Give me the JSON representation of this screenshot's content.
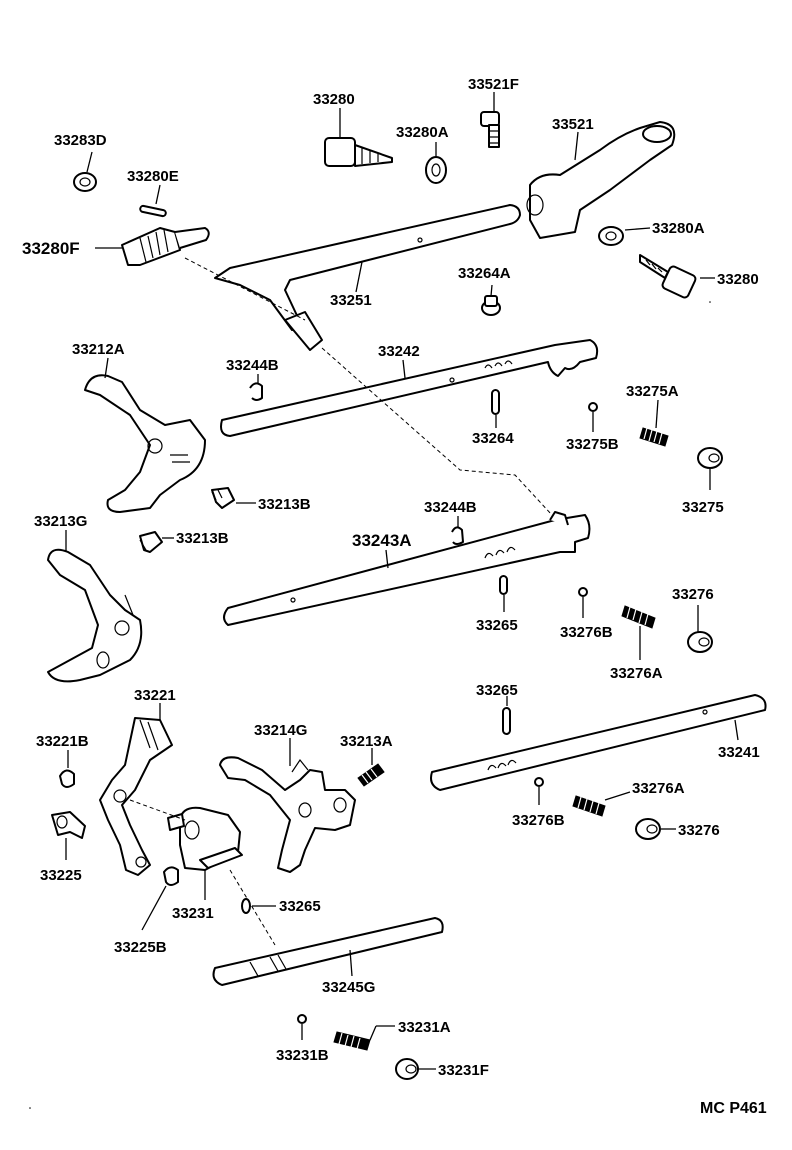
{
  "diagram_ref": "MC P461",
  "labels": {
    "p33283D": "33283D",
    "p33280": "33280",
    "p33280A": "33280A",
    "p33521F": "33521F",
    "p33521": "33521",
    "p33280E": "33280E",
    "p33280F": "33280F",
    "p33280A_2": "33280A",
    "p33264A": "33264A",
    "p33280_2": "33280",
    "p33251": "33251",
    "p33212A": "33212A",
    "p33244B": "33244B",
    "p33242": "33242",
    "p33275A": "33275A",
    "p33264": "33264",
    "p33275B": "33275B",
    "p33275": "33275",
    "p33213B": "33213B",
    "p33213G": "33213G",
    "p33213B_2": "33213B",
    "p33244B_2": "33244B",
    "p33243A": "33243A",
    "p33276": "33276",
    "p33265": "33265",
    "p33276B": "33276B",
    "p33276A": "33276A",
    "p33221": "33221",
    "p33265_2": "33265",
    "p33221B": "33221B",
    "p33214G": "33214G",
    "p33213A": "33213A",
    "p33241": "33241",
    "p33276A_2": "33276A",
    "p33276B_2": "33276B",
    "p33276_2": "33276",
    "p33225": "33225",
    "p33231": "33231",
    "p33265_3": "33265",
    "p33225B": "33225B",
    "p33245G": "33245G",
    "p33231A": "33231A",
    "p33231B": "33231B",
    "p33231F": "33231F"
  }
}
